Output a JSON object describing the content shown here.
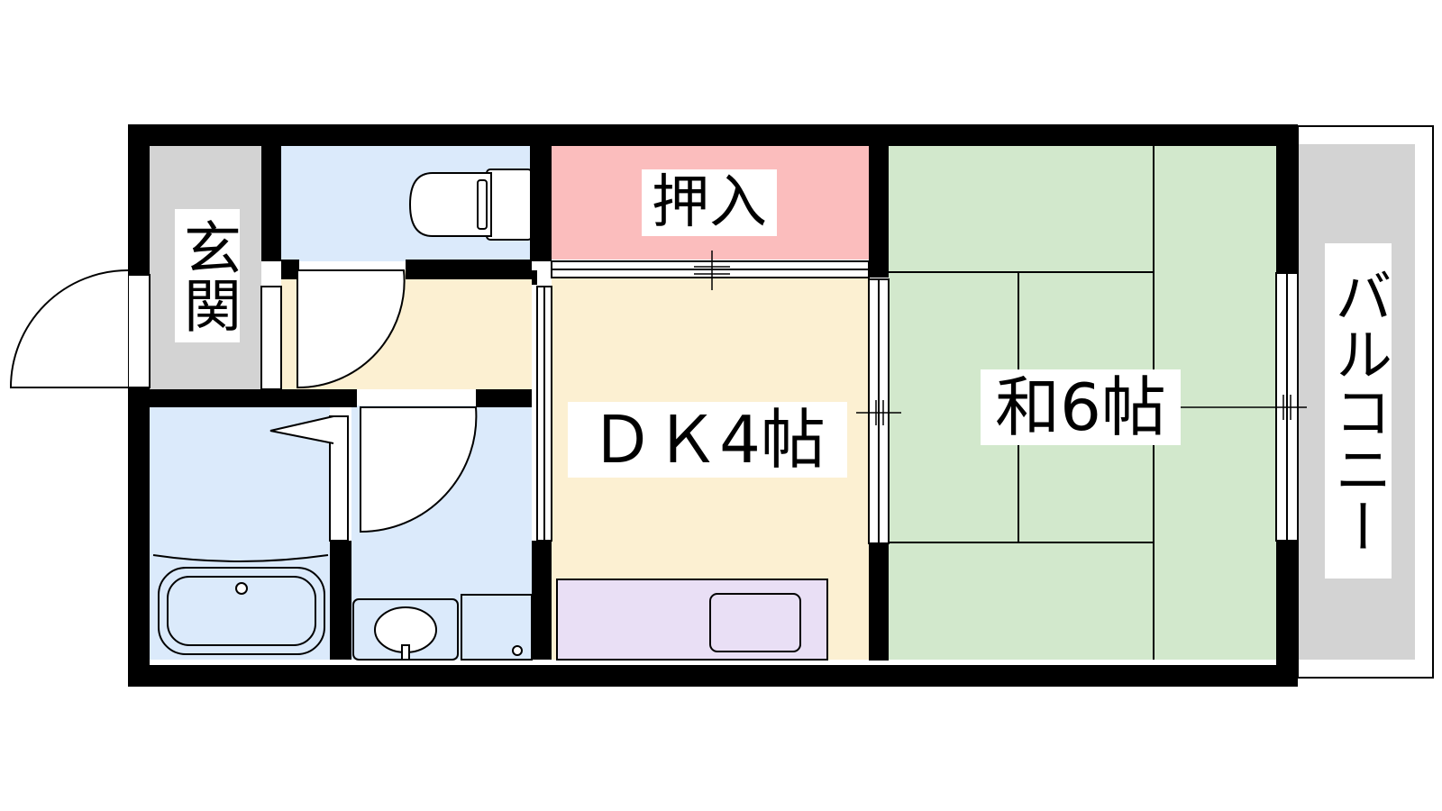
{
  "floorplan": {
    "rooms": {
      "entrance": "玄関",
      "closet": "押入",
      "dining_kitchen": "ＤＫ4帖",
      "japanese_room": "和6帖",
      "balcony": "バルコニー"
    },
    "colors": {
      "wall": "#000000",
      "entrance_floor": "#d3d3d3",
      "wet_area": "#dbeafb",
      "hallway_floor": "#fcf0d2",
      "closet_floor": "#fbbdbd",
      "tatami": "#d2e8cc",
      "kitchen_counter": "#e9dff5",
      "balcony_floor": "#d3d3d3"
    },
    "fixtures": [
      "toilet-icon",
      "bathtub-icon",
      "washbasin-icon",
      "washing-machine-pan-icon",
      "kitchen-sink-icon"
    ]
  }
}
